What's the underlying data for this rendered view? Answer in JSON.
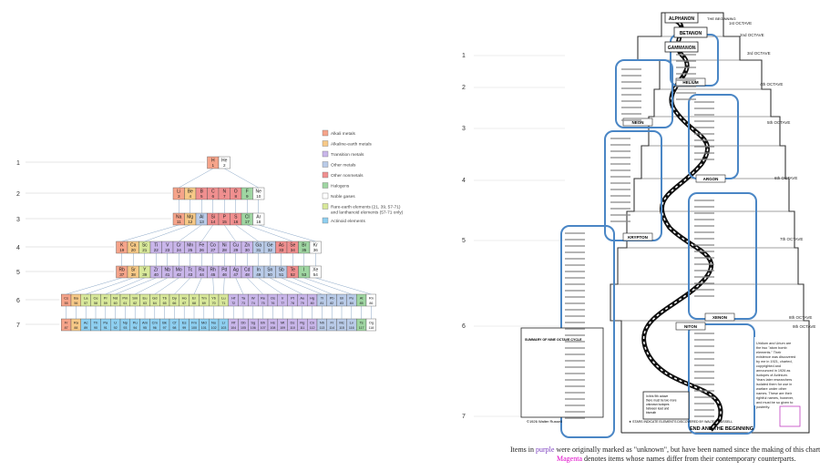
{
  "periods": [
    "1",
    "2",
    "3",
    "4",
    "5",
    "6",
    "7"
  ],
  "legend": [
    {
      "label": "Alkali metals",
      "color": "#f6a48a"
    },
    {
      "label": "Alkaline-earth metals",
      "color": "#f7c987"
    },
    {
      "label": "Transition metals",
      "color": "#c9b6ea"
    },
    {
      "label": "Other metals",
      "color": "#b9cbe8"
    },
    {
      "label": "Other nonmetals",
      "color": "#f08f8f"
    },
    {
      "label": "Halogens",
      "color": "#9fd6a2"
    },
    {
      "label": "Noble gases",
      "color": "#ffffff"
    },
    {
      "label": "Rare-earth elements (21, 39, 57-71) and lanthanoid elements (57-71 only)",
      "color": "#d8e89a"
    },
    {
      "label": "Actinoid elements",
      "color": "#8ecff0"
    }
  ],
  "table_rows": [
    [
      "H 1",
      "He 2"
    ],
    [
      "Li 3",
      "Be 4",
      "B 5",
      "C 6",
      "N 7",
      "O 8",
      "F 9",
      "Ne 10"
    ],
    [
      "Na 11",
      "Mg 12",
      "Al 13",
      "Si 14",
      "P 15",
      "S 16",
      "Cl 17",
      "Ar 18"
    ],
    [
      "K 19",
      "Ca 20",
      "Sc 21",
      "Ti 22",
      "V 23",
      "Cr 24",
      "Mn 25",
      "Fe 26",
      "Co 27",
      "Ni 28",
      "Cu 29",
      "Zn 30",
      "Ga 31",
      "Ge 32",
      "As 33",
      "Se 34",
      "Br 35",
      "Kr 36"
    ],
    [
      "Rb 37",
      "Sr 38",
      "Y 39",
      "Zr 40",
      "Nb 41",
      "Mo 42",
      "Tc 43",
      "Ru 44",
      "Rh 45",
      "Pd 46",
      "Ag 47",
      "Cd 48",
      "In 49",
      "Sn 50",
      "Sb 51",
      "Te 52",
      "I 53",
      "Xe 54"
    ],
    [
      "Cs 55",
      "Ba 56",
      "La 57",
      "Ce 58",
      "Pr 59",
      "Nd 60",
      "Pm 61",
      "Sm 62",
      "Eu 63",
      "Gd 64",
      "Tb 65",
      "Dy 66",
      "Ho 67",
      "Er 68",
      "Tm 69",
      "Yb 70",
      "Lu 71",
      "Hf 72",
      "Ta 73",
      "W 74",
      "Re 75",
      "Os 76",
      "Ir 77",
      "Pt 78",
      "Au 79",
      "Hg 80",
      "Tl 81",
      "Pb 82",
      "Bi 83",
      "Po 84",
      "At 85",
      "Rn 86"
    ],
    [
      "Fr 87",
      "Ra 88",
      "Ac 89",
      "Th 90",
      "Pa 91",
      "U 92",
      "Np 93",
      "Pu 94",
      "Am 95",
      "Cm 96",
      "Bk 97",
      "Cf 98",
      "Es 99",
      "Fm 100",
      "Md 101",
      "No 102",
      "Lr 103",
      "Rf 104",
      "Db 105",
      "Sg 106",
      "Bh 107",
      "Hs 108",
      "Mt 109",
      "Ds 110",
      "Rg 111",
      "Cn 112",
      "Nh 113",
      "Fl 114",
      "Mc 115",
      "Lv 116",
      "Ts 117",
      "Og 118"
    ]
  ],
  "russell": {
    "top_labels": [
      "ALPHANON",
      "BETANON",
      "GAMMANON"
    ],
    "beginning": "THE BEGINNING",
    "octaves": [
      "1st OCTAVE",
      "2nd OCTAVE",
      "3rd OCTAVE",
      "4th OCTAVE",
      "5th OCTAVE",
      "6th OCTAVE",
      "7th OCTAVE",
      "8th OCTAVE",
      "9th OCTAVE"
    ],
    "nodes": [
      "HELIUM",
      "NEON",
      "ARGON",
      "KRYPTON",
      "XENON",
      "NITON"
    ],
    "summary": "SUMMARY OF NINE OCTAVE CYCLE",
    "box_note": "In this 9th octave there must be two more unknown isotopes between lead and bismuth",
    "copyright": "©1926 Walter Russell",
    "stars_note": "★ STARS INDICATE ELEMENTS DISCOVERED BY WALTER RUSSELL",
    "end": "END AND THE BEGINNING",
    "uridium_note": "Uridium and Urium are the two \"atom bomb elements.\" Their existence was discovered by me in 1921, charted, copyrighted and announced in 1926 as isotopes of Actinium. Years later researchers isolated them for use in warfare under other names. These are their rightful names, however, and must be so given to posterity."
  },
  "caption": {
    "line1_a": "Items in ",
    "line1_purple": "purple",
    "line1_b": " were originally marked as \"unknown\", but have been named since the making of this chart.",
    "line2_magenta": "Magenta",
    "line2_b": " denotes items whose names differ from their contemporary counterparts."
  }
}
